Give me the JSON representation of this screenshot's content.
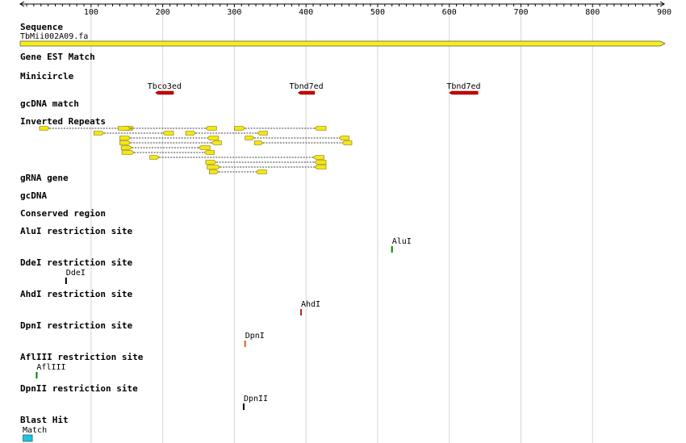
{
  "ruler": {
    "start": 1,
    "end": 900,
    "tick_labels": [
      "100",
      "200",
      "300",
      "400",
      "500",
      "600",
      "700",
      "800",
      "900"
    ]
  },
  "tracks": {
    "sequence": {
      "title": "Sequence",
      "name": "TbMii002A09.fa",
      "color": "#f5f014"
    },
    "gene_est": {
      "title": "Gene EST Match"
    },
    "minicircle": {
      "title": "Minicircle"
    },
    "gcdna_match": {
      "title": "gcDNA match",
      "color": "#cc0000",
      "features": [
        {
          "label": "Tbco3ed",
          "start": 190,
          "end": 215
        },
        {
          "label": "Tbnd7ed",
          "start": 389,
          "end": 412
        },
        {
          "label": "Tbnd7ed",
          "start": 600,
          "end": 640
        }
      ]
    },
    "inverted_repeats": {
      "title": "Inverted Repeats",
      "color": "#f5e614",
      "pairs": [
        {
          "a": [
            28,
            42
          ],
          "b": [
            144,
            158
          ],
          "row": 0
        },
        {
          "a": [
            138,
            155
          ],
          "b": [
            260,
            275
          ],
          "row": 0
        },
        {
          "a": [
            300,
            315
          ],
          "b": [
            412,
            428
          ],
          "row": 0
        },
        {
          "a": [
            104,
            118
          ],
          "b": [
            200,
            215
          ],
          "row": 1
        },
        {
          "a": [
            232,
            246
          ],
          "b": [
            332,
            346
          ],
          "row": 1
        },
        {
          "a": [
            140,
            155
          ],
          "b": [
            262,
            278
          ],
          "row": 2
        },
        {
          "a": [
            315,
            328
          ],
          "b": [
            446,
            460
          ],
          "row": 2
        },
        {
          "a": [
            140,
            155
          ],
          "b": [
            268,
            282
          ],
          "row": 3
        },
        {
          "a": [
            328,
            340
          ],
          "b": [
            450,
            464
          ],
          "row": 3
        },
        {
          "a": [
            142,
            157
          ],
          "b": [
            250,
            266
          ],
          "row": 4
        },
        {
          "a": [
            143,
            160
          ],
          "b": [
            258,
            272
          ],
          "row": 5
        },
        {
          "a": [
            182,
            195
          ],
          "b": [
            410,
            425
          ],
          "row": 6
        },
        {
          "a": [
            260,
            275
          ],
          "b": [
            412,
            428
          ],
          "row": 7
        },
        {
          "a": [
            262,
            280
          ],
          "b": [
            412,
            428
          ],
          "row": 8
        },
        {
          "a": [
            265,
            278
          ],
          "b": [
            330,
            345
          ],
          "row": 9
        }
      ]
    },
    "grna_gene": {
      "title": "gRNA gene"
    },
    "gcdna": {
      "title": "gcDNA"
    },
    "conserved": {
      "title": "Conserved region"
    },
    "alui": {
      "title": "AluI restriction site",
      "label": "AluI",
      "pos": 520,
      "color": "#008000"
    },
    "ddei": {
      "title": "DdeI restriction site",
      "label": "DdeI",
      "pos": 65,
      "color": "#000000"
    },
    "ahdi": {
      "title": "AhdI restriction site",
      "label": "AhdI",
      "pos": 393,
      "color": "#a52a2a"
    },
    "dpni": {
      "title": "DpnI restriction site",
      "label": "DpnI",
      "pos": 315,
      "color": "#d2691e"
    },
    "afliii": {
      "title": "AflIII restriction site",
      "label": "AflIII",
      "pos": 24,
      "color": "#008000"
    },
    "dpnii": {
      "title": "DpnII restriction site",
      "label": "DpnII",
      "pos": 313,
      "color": "#000000"
    },
    "blast": {
      "title": "Blast Hit",
      "label": "Match",
      "start": 5,
      "end": 18,
      "color": "#20c4d8"
    }
  }
}
